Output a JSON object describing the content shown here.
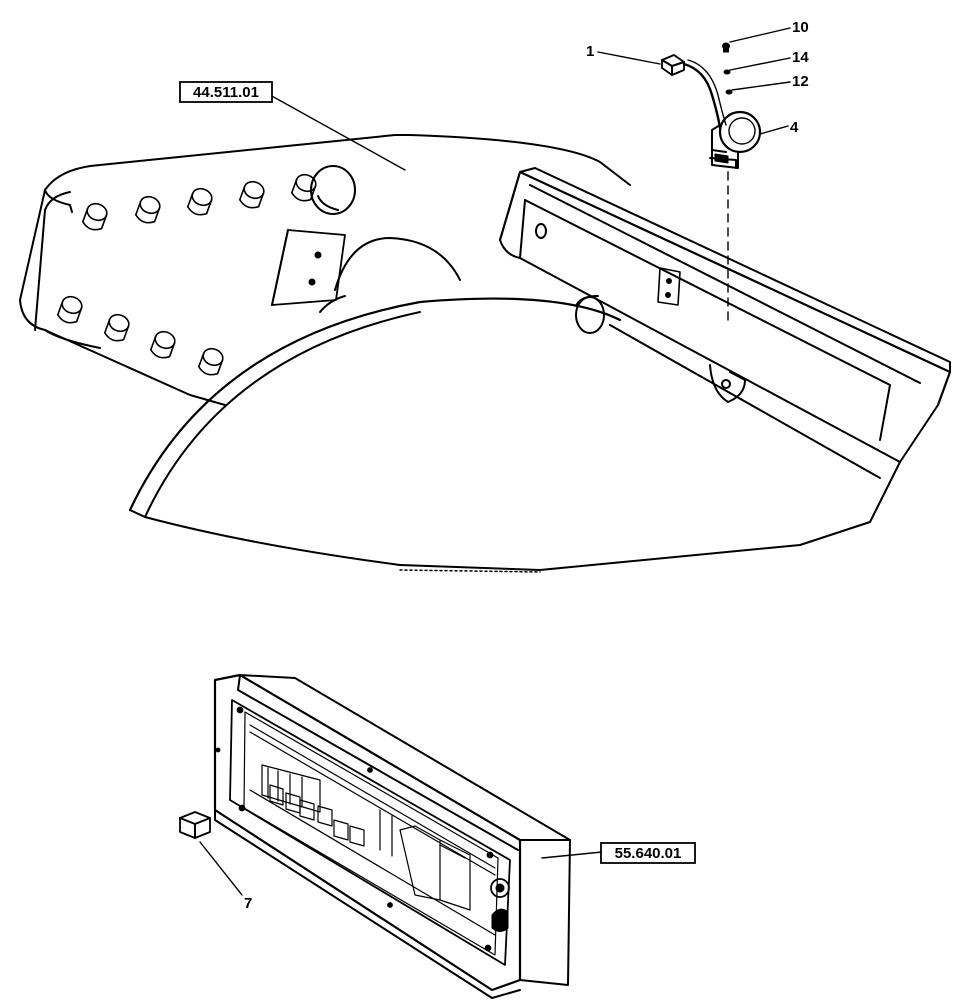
{
  "reference_boxes": [
    {
      "id": "ref-top",
      "label": "44.511.01"
    },
    {
      "id": "ref-bottom",
      "label": "55.640.01"
    }
  ],
  "callouts": [
    {
      "id": "c1",
      "label": "1"
    },
    {
      "id": "c10",
      "label": "10"
    },
    {
      "id": "c14",
      "label": "14"
    },
    {
      "id": "c12",
      "label": "12"
    },
    {
      "id": "c4",
      "label": "4"
    },
    {
      "id": "c7",
      "label": "7"
    }
  ]
}
